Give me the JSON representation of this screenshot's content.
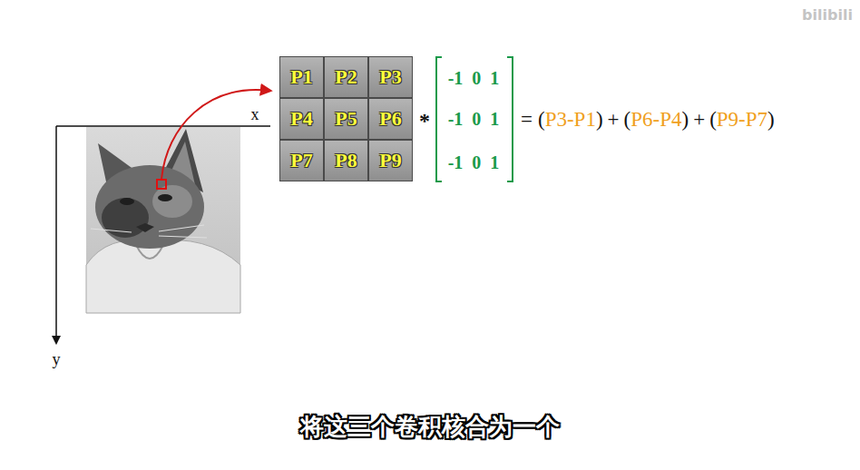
{
  "diagram": {
    "caption": "将这三个卷积核合为一个",
    "nodes": [
      {
        "text": [
          "P1"
        ]
      },
      {
        "text": [
          "P2"
        ]
      },
      {
        "text": [
          "P3"
        ]
      },
      {
        "text": [
          "P4"
        ]
      },
      {
        "text": [
          "P5"
        ]
      },
      {
        "text": [
          "P6"
        ]
      },
      {
        "text": [
          "P7"
        ]
      },
      {
        "text": [
          "P8"
        ]
      },
      {
        "text": [
          "P9"
        ]
      }
    ],
    "labels": [
      "x",
      "y",
      "*",
      "-1 0 1",
      "-1 0 1",
      "-1 0 1",
      "=",
      "(",
      "P3-P1",
      ")",
      "+",
      "(",
      "P6-P4",
      ")",
      "+",
      "(",
      "P9-P7",
      ")",
      "bilibili"
    ]
  }
}
